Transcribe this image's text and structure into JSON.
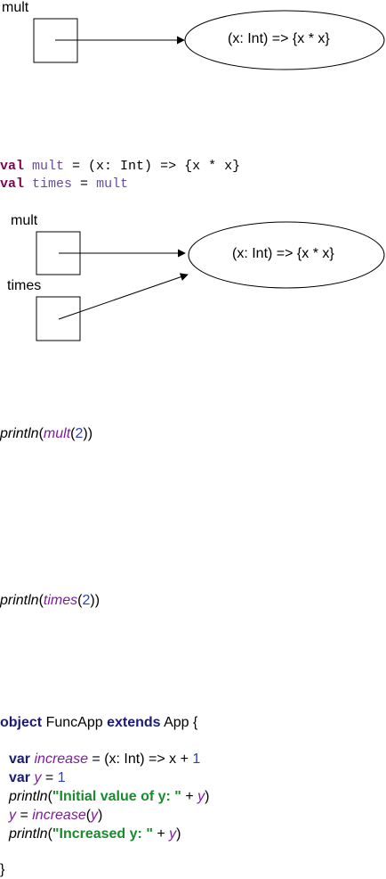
{
  "diagram1": {
    "var_label": "mult",
    "ellipse_text": "(x: Int) => {x * x}"
  },
  "code1": {
    "line1": {
      "kw": "val",
      "name": "mult",
      "rest": " = (x: Int) => {x * x}"
    },
    "line2": {
      "kw": "val",
      "name": "times",
      "eq": " = ",
      "value": "mult"
    }
  },
  "diagram2": {
    "var1_label": "mult",
    "var2_label": "times",
    "ellipse_text": "(x: Int) => {x * x}"
  },
  "call1": {
    "fn": "println",
    "open": "(",
    "arg_fn": "mult",
    "arg_open": "(",
    "num": "2",
    "close": "))"
  },
  "call2": {
    "fn": "println",
    "open": "(",
    "arg_fn": "times",
    "arg_open": "(",
    "num": "2",
    "close": "))"
  },
  "scala": {
    "l1": {
      "kw1": "object",
      "name": " FuncApp ",
      "kw2": "extends",
      "rest": " App {"
    },
    "l2": {
      "kw": "var",
      "name": "increase",
      "mid": " = (x: Int) => x + ",
      "num": "1"
    },
    "l3": {
      "kw": "var",
      "name": "y",
      "mid": " = ",
      "num": "1"
    },
    "l4": {
      "fn": "println",
      "open": "(",
      "str": "\"Initial value of y: \"",
      "plus": " + ",
      "var": "y",
      "close": ")"
    },
    "l5": {
      "var": "y",
      "eq": " = ",
      "fn": "increase",
      "open": "(",
      "arg": "y",
      "close": ")"
    },
    "l6": {
      "fn": "println",
      "open": "(",
      "str": "\"Increased y: \"",
      "plus": " + ",
      "var": "y",
      "close": ")"
    },
    "l7": {
      "brace": "}"
    }
  }
}
